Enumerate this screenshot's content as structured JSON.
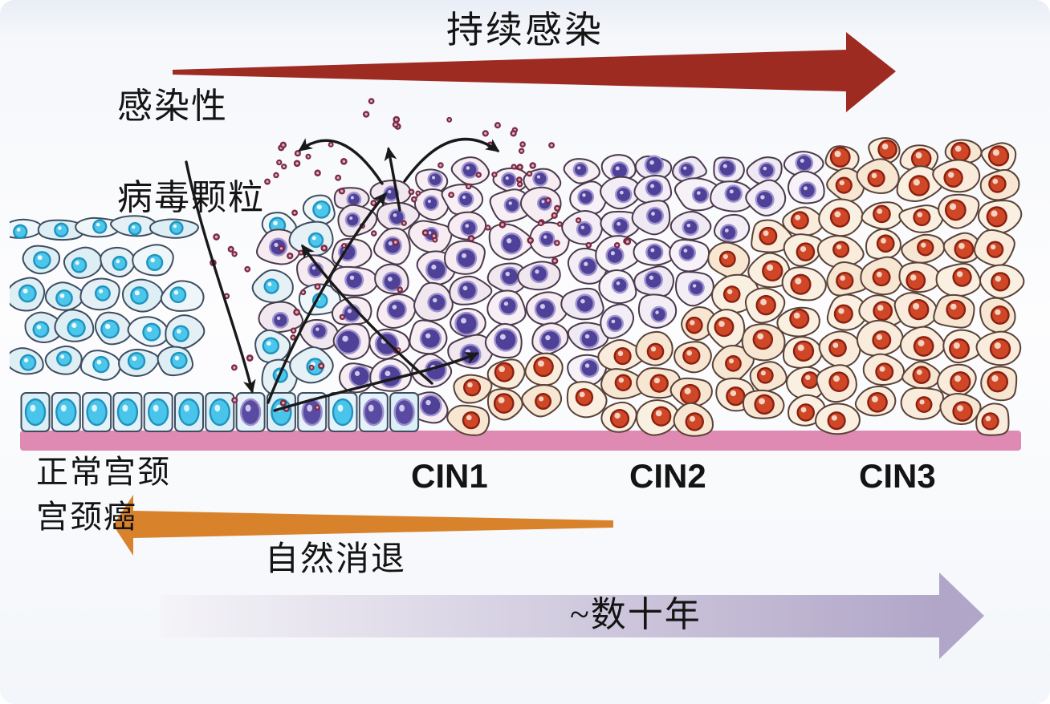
{
  "title": {
    "text": "持续感染"
  },
  "labels": {
    "infectivity": "感染性",
    "virus_particles": "病毒颗粒",
    "normal_cervix": "正常宫颈",
    "cervical_cancer": "宫颈癌",
    "natural_regression": "自然消退",
    "timescale": "~数十年"
  },
  "stages": [
    {
      "label": "CIN1"
    },
    {
      "label": "CIN2"
    },
    {
      "label": "CIN3"
    }
  ],
  "colors": {
    "persistent_infection_arrow": "#9e2b22",
    "cancer_arrow": "#d9822c",
    "timescale_arrow_start": "#f5f4f8",
    "timescale_arrow_end": "#b1a6c8",
    "basement_membrane": "#df8ab2",
    "normal_cell": "#e4f0f6",
    "normal_nucleus": "#4cc6ea",
    "cin1_cell": "#f6ecf2",
    "cin1_nucleus": "#4f4198",
    "cin2_cell": "#f3eef6",
    "cin3_cell": "#f9ecdc",
    "cin3_nucleus": "#cf4726",
    "virus_particle": "#7b2944",
    "black_arrow": "#191919",
    "text": "#141414"
  }
}
